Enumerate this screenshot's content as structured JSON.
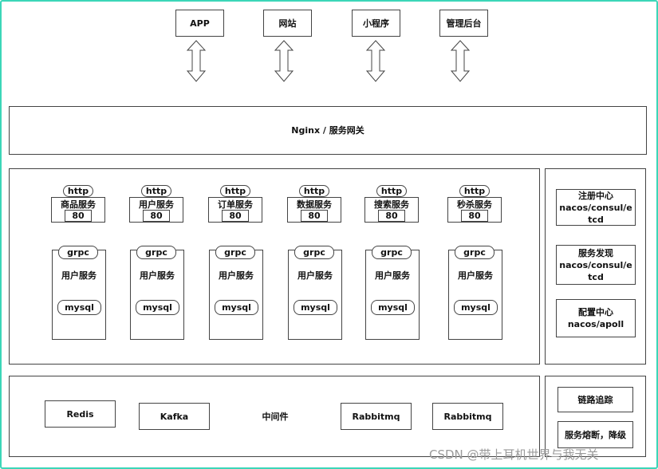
{
  "clients": [
    "APP",
    "网站",
    "小程序",
    "管理后台"
  ],
  "gateway": "Nginx / 服务网关",
  "services": [
    {
      "http": "http",
      "name": "商品服务",
      "port": "80",
      "grpc": "grpc",
      "inner": "用户服务",
      "db": "mysql"
    },
    {
      "http": "http",
      "name": "用户服务",
      "port": "80",
      "grpc": "grpc",
      "inner": "用户服务",
      "db": "mysql"
    },
    {
      "http": "http",
      "name": "订单服务",
      "port": "80",
      "grpc": "grpc",
      "inner": "用户服务",
      "db": "mysql"
    },
    {
      "http": "http",
      "name": "数据服务",
      "port": "80",
      "grpc": "grpc",
      "inner": "用户服务",
      "db": "mysql"
    },
    {
      "http": "http",
      "name": "搜索服务",
      "port": "80",
      "grpc": "grpc",
      "inner": "用户服务",
      "db": "mysql"
    },
    {
      "http": "http",
      "name": "秒杀服务",
      "port": "80",
      "grpc": "grpc",
      "inner": "用户服务",
      "db": "mysql"
    }
  ],
  "side_panel": [
    {
      "title": "注册中心",
      "sub1": "nacos/consul/e",
      "sub2": "tcd"
    },
    {
      "title": "服务发现",
      "sub1": "nacos/consul/e",
      "sub2": "tcd"
    },
    {
      "title": "配置中心",
      "sub1": "nacos/apoll",
      "sub2": ""
    }
  ],
  "middleware": {
    "label": "中间件",
    "items": [
      "Redis",
      "Kafka",
      "Rabbitmq",
      "Rabbitmq"
    ]
  },
  "ops": [
    "链路追踪",
    "服务熔断，降级"
  ],
  "watermark": "CSDN @带上耳机世界与我无关",
  "colors": {
    "frame": "#3bd6b8",
    "line": "#444444",
    "watermark": "#9a9a9a"
  }
}
